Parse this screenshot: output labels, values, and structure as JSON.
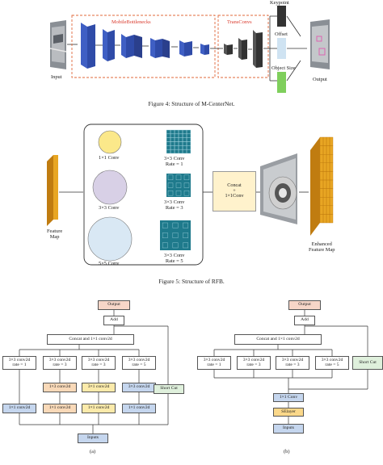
{
  "fig4": {
    "input_label": "Input",
    "output_label": "Output",
    "mobile_label": "MobileBottlenecks",
    "trans_label": "TransConvs",
    "keypoint_label": "Keypoint",
    "offset_label": "Offset",
    "objsize_label": "Object Size",
    "caption": "Figure 4: Structure of M-CenterNet."
  },
  "fig5": {
    "feature_map": "Feature\nMap",
    "conv1": "1×1 Conv",
    "conv3": "3×3 Conv",
    "conv5": "5×5 Conv",
    "dil1": "3×3 Conv\nRate = 1",
    "dil3": "3×3 Conv\nRate = 3",
    "dil5": "3×3 Conv\nRate = 5",
    "concat": "Concat\n+\n1×1Conv",
    "enhanced": "Enhanced\nFeature Map",
    "caption": "Figure 5: Structure of RFB."
  },
  "fig6a": {
    "output": "Output",
    "add": "Add",
    "concat": "Concat and 1×1 conv2d",
    "dil_row": [
      "3×3 conv2d\nrate = 1",
      "3×3 conv2d\nrate = 3",
      "3×3 conv2d\nrate = 3",
      "3×3 conv2d\nrate = 5"
    ],
    "row2": [
      "1×3 conv2d",
      "3×1 conv2d",
      "3×3 conv2d"
    ],
    "row3": [
      "1×1 conv2d",
      "1×1 conv2d",
      "1×1 conv2d",
      "1×1 conv2d"
    ],
    "shortcut": "Short Cut",
    "inputs": "Inputs",
    "label": "(a)"
  },
  "fig6b": {
    "output": "Output",
    "add": "Add",
    "concat": "Concat and 1×1 conv2d",
    "dil_row": [
      "3×3 conv2d\nrate = 1",
      "3×3 conv2d\nrate = 3",
      "3×3 conv2d\nrate = 3",
      "3×3 conv2d\nrate = 5"
    ],
    "conv1": "1×1 Conv",
    "selayer": "SElayer",
    "shortcut": "Short Cut",
    "inputs": "Inputs",
    "label": "(b)"
  },
  "colors": {
    "blue_block": "#3f5fc4",
    "dark_block": "#333333",
    "dashed": "#e0683a",
    "red_text": "#d9382b",
    "keypoint": "#333333",
    "offset": "#cfe3f2",
    "objsize": "#7fcf5c",
    "feature_map": "#e8a623",
    "teal": "#1f7a8c",
    "output_box": "#f7d6c8",
    "shortcut_box": "#dff0dc",
    "conv_orange": "#f9d9b8",
    "conv_yellow": "#fbeaaa",
    "conv_blue": "#c5d6ee"
  }
}
